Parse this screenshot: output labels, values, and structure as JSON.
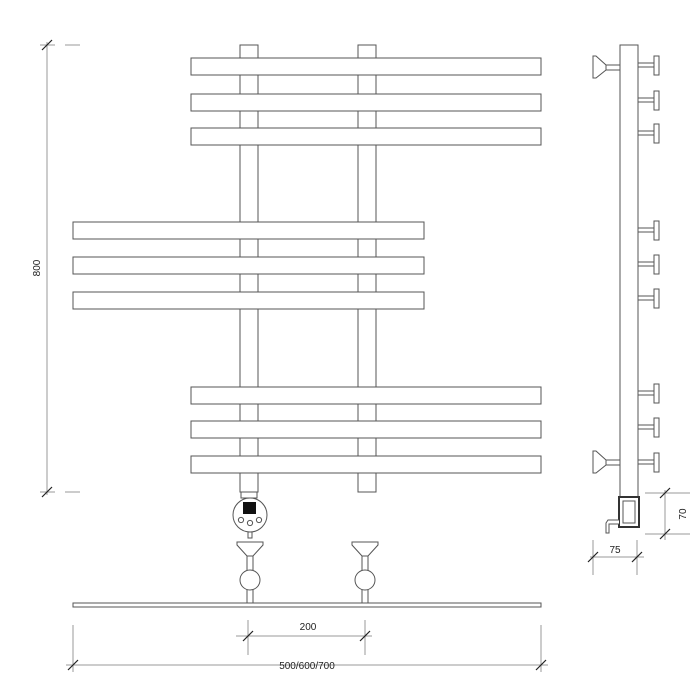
{
  "dimensions": {
    "height": "800",
    "pipe_spacing": "200",
    "widths": "500/600/700",
    "side_depth": "75",
    "controller_height": "70"
  },
  "colors": {
    "line": "#555555",
    "dim_line": "#999999",
    "fill": "#ffffff",
    "controller_display": "#111111"
  }
}
